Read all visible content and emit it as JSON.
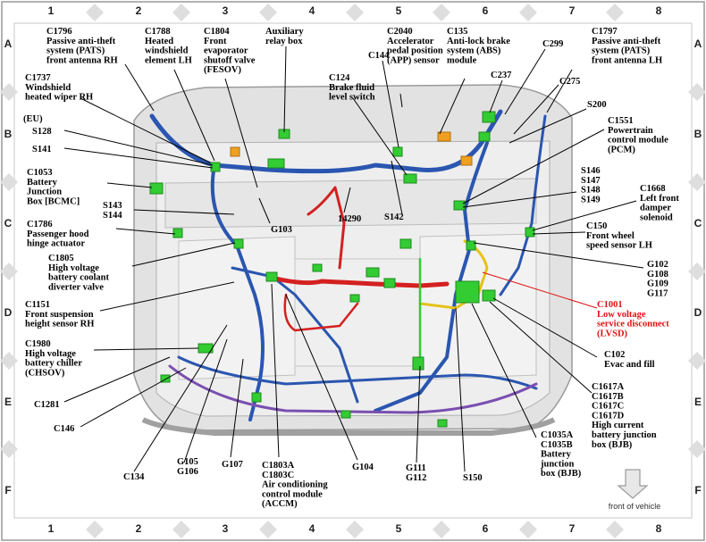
{
  "grid": {
    "columns": [
      "1",
      "2",
      "3",
      "4",
      "5",
      "6",
      "7",
      "8"
    ],
    "rows": [
      "A",
      "B",
      "C",
      "D",
      "E",
      "F"
    ]
  },
  "footer": {
    "front_of_vehicle": "front of vehicle"
  },
  "labels": {
    "c1796": [
      "C1796",
      "Passive anti-theft",
      "system (PATS)",
      "front antenna RH"
    ],
    "c1788": [
      "C1788",
      "Heated",
      "windshield",
      "element LH"
    ],
    "c1804": [
      "C1804",
      "Front",
      "evaporator",
      "shutoff valve",
      "(FESOV)"
    ],
    "aux": [
      "Auxiliary",
      "relay box"
    ],
    "c144": [
      "C144"
    ],
    "c2040": [
      "C2040",
      "Accelerator",
      "pedal position",
      "(APP) sensor"
    ],
    "c135": [
      "C135",
      "Anti-lock brake",
      "system (ABS)",
      "module"
    ],
    "c299": [
      "C299"
    ],
    "c1797": [
      "C1797",
      "Passive anti-theft",
      "system (PATS)",
      "front antenna LH"
    ],
    "c237": [
      "C237"
    ],
    "c275": [
      "C275"
    ],
    "c1737": [
      "C1737",
      "Windshield",
      "heated wiper RH"
    ],
    "c124": [
      "C124",
      "Brake fluid",
      "level switch"
    ],
    "s200": [
      "S200"
    ],
    "eu": [
      "(EU)"
    ],
    "s128": [
      "S128"
    ],
    "c1551": [
      "C1551",
      "Powertrain",
      "control module",
      "(PCM)"
    ],
    "s141": [
      "S141"
    ],
    "c1053": [
      "C1053",
      "Battery",
      "Junction",
      "Box [BCMC]"
    ],
    "s146": [
      "S146",
      "S147",
      "S148",
      "S149"
    ],
    "c1668": [
      "C1668",
      "Left front",
      "damper",
      "solenoid"
    ],
    "s143": [
      "S143",
      "S144"
    ],
    "w14290": [
      "14290"
    ],
    "s142": [
      "S142"
    ],
    "c1786": [
      "C1786",
      "Passenger hood",
      "hinge actuator"
    ],
    "g103": [
      "G103"
    ],
    "c150": [
      "C150",
      "Front wheel",
      "speed sensor LH"
    ],
    "c1805": [
      "C1805",
      "High voltage",
      "battery coolant",
      "diverter valve"
    ],
    "g102": [
      "G102",
      "G108",
      "G109",
      "G117"
    ],
    "c1151": [
      "C1151",
      "Front suspension",
      "height sensor RH"
    ],
    "c1001": [
      "C1001",
      "Low voltage",
      "service disconnect",
      "(LVSD)"
    ],
    "c1980": [
      "C1980",
      "High voltage",
      "battery chiller",
      "(CHSOV)"
    ],
    "c102": [
      "C102",
      "Evac and fill"
    ],
    "c1281": [
      "C1281"
    ],
    "c1617": [
      "C1617A",
      "C1617B",
      "C1617C",
      "C1617D",
      "High current",
      "battery junction",
      "box (BJB)"
    ],
    "c146": [
      "C146"
    ],
    "c1035": [
      "C1035A",
      "C1035B",
      "Battery",
      "junction",
      "box (BJB)"
    ],
    "g105": [
      "G105",
      "G106"
    ],
    "g107": [
      "G107"
    ],
    "c134": [
      "C134"
    ],
    "c1803": [
      "C1803A",
      "C1803C",
      "Air conditioning",
      "control module",
      "(ACCM)"
    ],
    "g104": [
      "G104"
    ],
    "g111": [
      "G111",
      "G112"
    ],
    "s150": [
      "S150"
    ]
  },
  "colors": {
    "harness_blue": "#2a56b0",
    "harness_red": "#d42020",
    "harness_yellow": "#e6c21a",
    "harness_purple": "#7a4fb0",
    "connector_green": "#33cc33",
    "body_gray": "#d8d8d8",
    "alert_red": "#e01010"
  }
}
